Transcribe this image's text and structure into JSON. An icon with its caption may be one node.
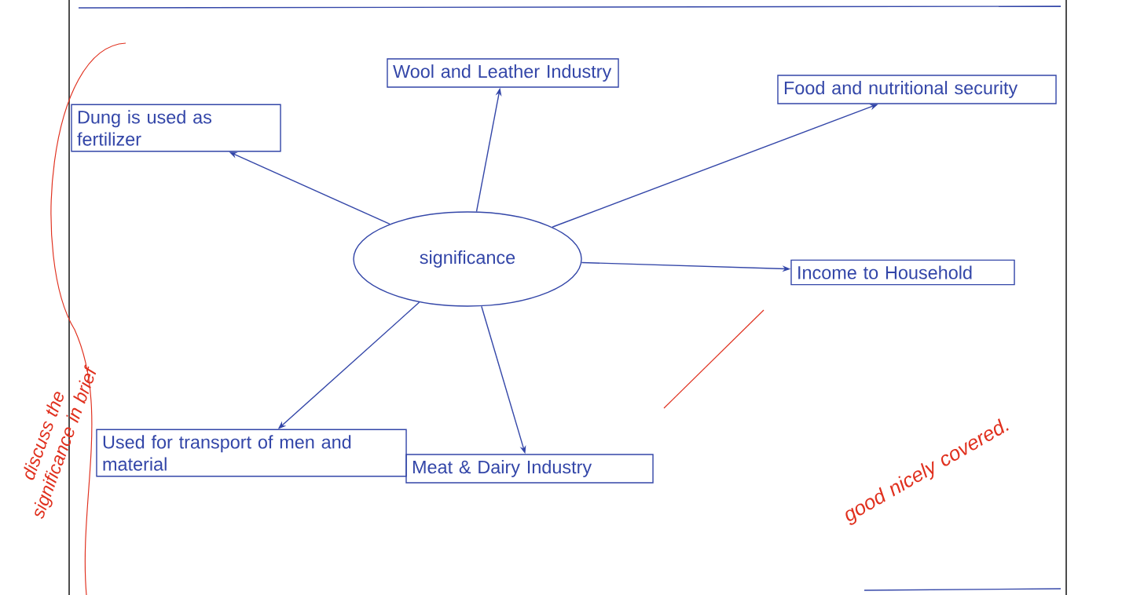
{
  "diagram": {
    "nodes": [
      {
        "text": [
          "Wool and Leather Industry"
        ]
      },
      {
        "text": [
          "Dung is used as fertilizer"
        ]
      },
      {
        "text": [
          "Food and nutritional security"
        ]
      },
      {
        "text": [
          "significance"
        ]
      },
      {
        "text": [
          "Income to Household"
        ]
      },
      {
        "text": [
          "Used for transport of men and material"
        ]
      },
      {
        "text": [
          "Meat & Dairy Industry"
        ]
      }
    ],
    "edges": [
      {
        "from": 3,
        "to": 0,
        "arrow": "to"
      },
      {
        "from": 3,
        "to": 1,
        "arrow": "to"
      },
      {
        "from": 3,
        "to": 2,
        "arrow": "to"
      },
      {
        "from": 3,
        "to": 4,
        "arrow": "to"
      },
      {
        "from": 3,
        "to": 5,
        "arrow": "to"
      },
      {
        "from": 3,
        "to": 6,
        "arrow": "to"
      }
    ],
    "labels": [
      "discuss the significance in brief",
      "good nicely covered."
    ]
  }
}
